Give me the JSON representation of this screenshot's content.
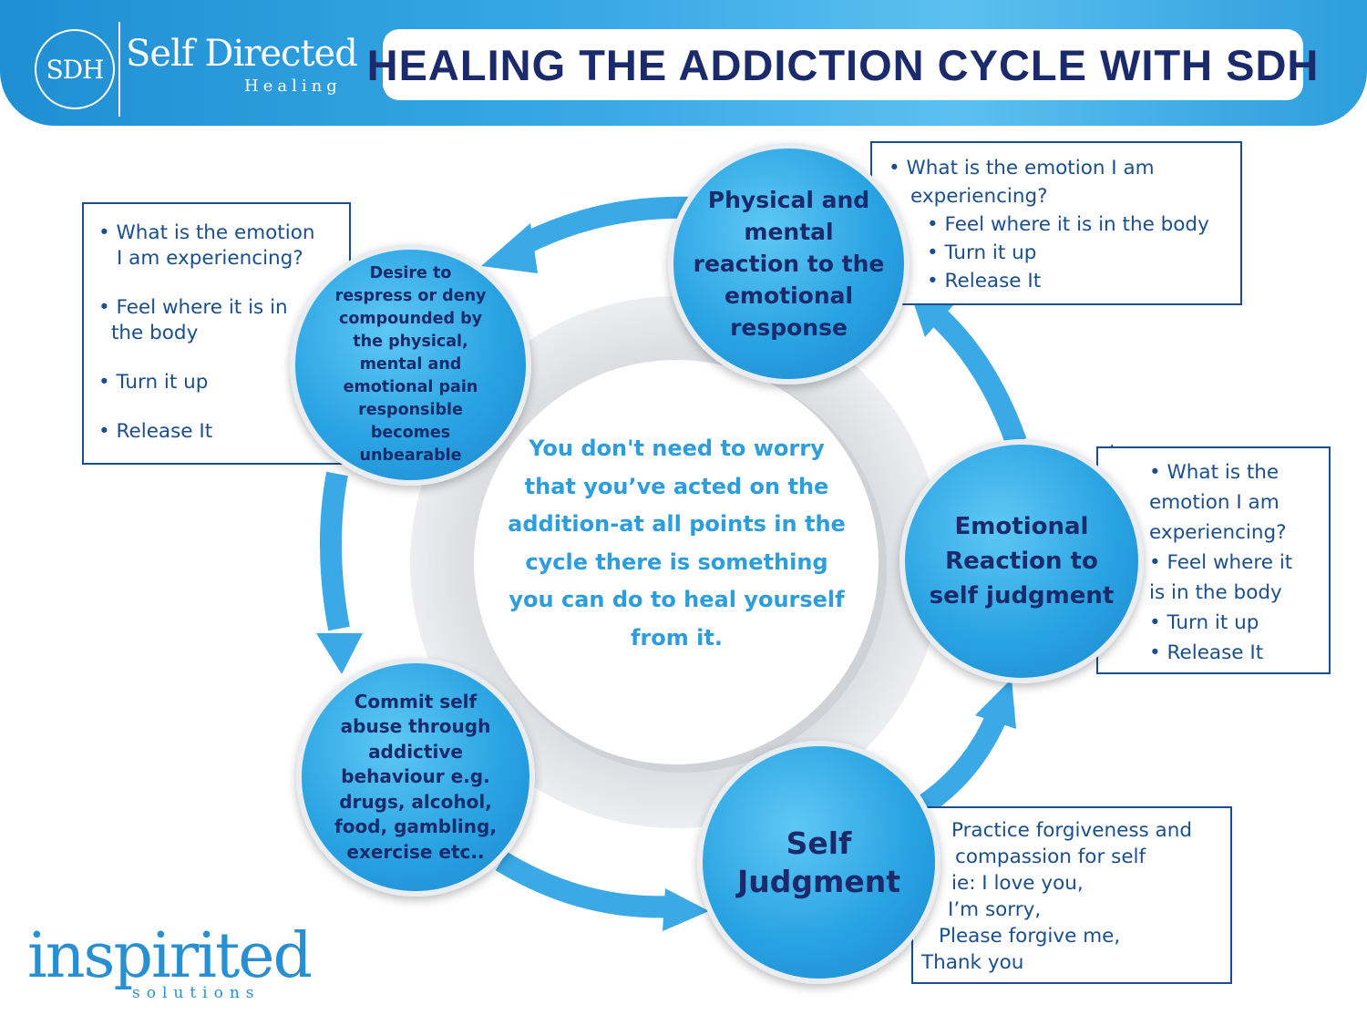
{
  "header": {
    "logo_mark": "SDH",
    "logo_title": "Self Directed",
    "logo_subtitle": "Healing",
    "title": "HEALING THE ADDICTION CYCLE WITH SDH"
  },
  "center_message": "You don't need to worry that you’ve acted on the addition-at all points in the cycle there is something you can do to heal yourself from it.",
  "nodes": {
    "physical": [
      "Physical and",
      "mental",
      "reaction to the",
      "emotional",
      "response"
    ],
    "desire": [
      "Desire to",
      "respress or deny",
      "compounded by",
      "the physical,",
      "mental and",
      "emotional pain",
      "responsible",
      "becomes",
      "unbearable"
    ],
    "emotional": [
      "Emotional",
      "Reaction to",
      "self judgment"
    ],
    "commit": [
      "Commit self",
      "abuse through",
      "addictive",
      "behaviour e.g.",
      "drugs, alcohol,",
      "food, gambling,",
      "exercise etc.."
    ],
    "judgment": [
      "Self",
      "Judgment"
    ]
  },
  "boxes": {
    "left": [
      "• What is the emotion",
      "I am experiencing?",
      "• Feel where it is in",
      "the body",
      "• Turn it up",
      "• Release It"
    ],
    "top_right": [
      "• What is the emotion I am",
      "experiencing?",
      "• Feel where it is in the body",
      "• Turn it up",
      "• Release It"
    ],
    "right": [
      "• What is the",
      "emotion I am",
      "experiencing?",
      "• Feel where it",
      "is in the body",
      "• Turn it up",
      "• Release It"
    ],
    "bottom_right": [
      "Practice forgiveness and",
      "compassion for self",
      "ie: I love you,",
      "I’m sorry,",
      "Please forgive me,",
      "Thank you"
    ]
  },
  "brand": {
    "name": "inspirited",
    "tagline": "solutions"
  },
  "colors": {
    "navy": "#1b2a6b",
    "blue": "#2aa3e3",
    "box_border": "#1b4f8c",
    "center_text": "#2d9ddc",
    "arrow": "#3aa9e6"
  }
}
